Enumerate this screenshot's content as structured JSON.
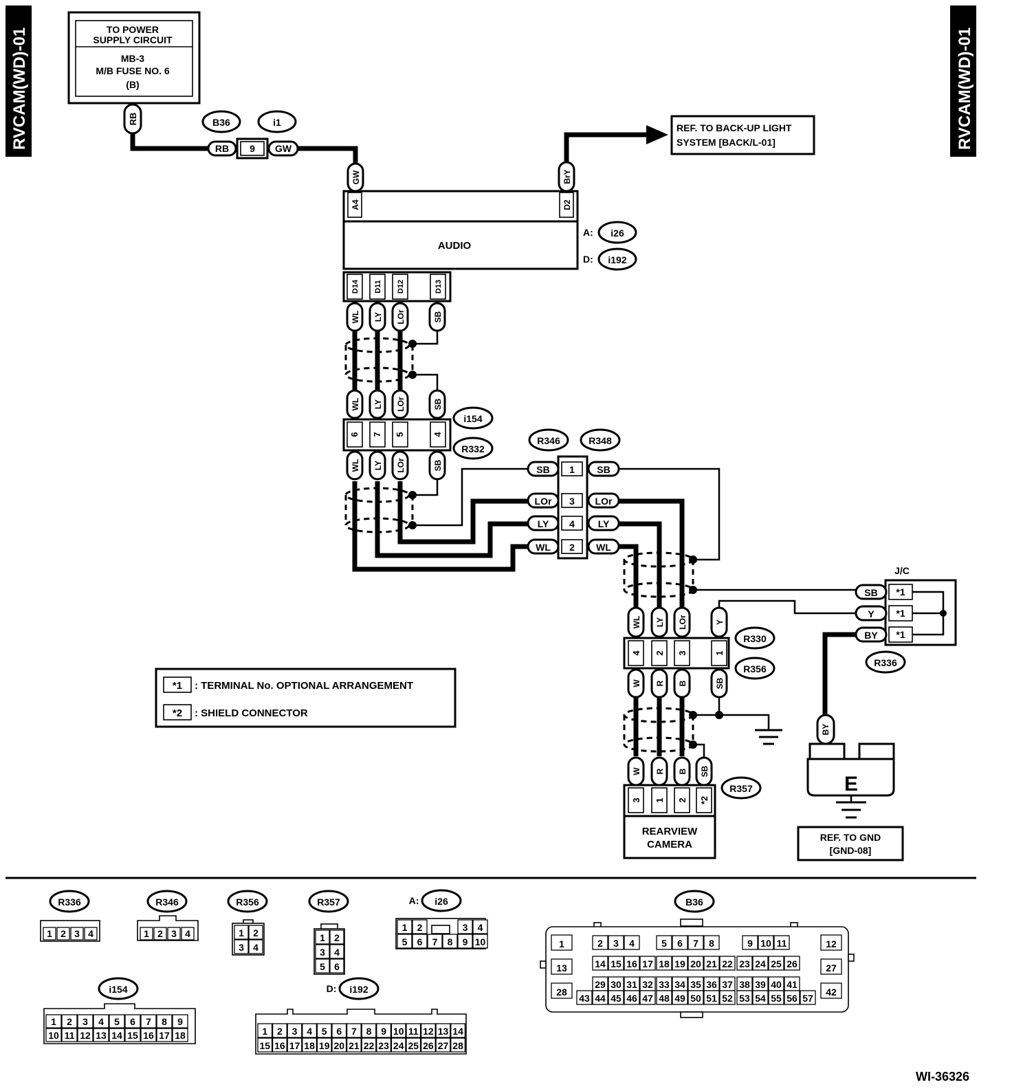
{
  "side_title": "RVCAM(WD)-01",
  "figure_id": "WI-36326",
  "power_box": {
    "line1": "TO POWER",
    "line2": "SUPPLY CIRCUIT",
    "line3": "MB-3",
    "line4": "M/B FUSE NO. 6",
    "line5": "(B)"
  },
  "backup_ref": {
    "line1": "REF. TO BACK-UP LIGHT",
    "line2": "SYSTEM [BACK/L-01]"
  },
  "audio": {
    "label": "AUDIO",
    "conn_a": "A:",
    "conn_a_id": "i26",
    "conn_d": "D:",
    "conn_d_id": "i192"
  },
  "connector_ids": {
    "b36": "B36",
    "i1": "i1",
    "i154": "i154",
    "r332": "R332",
    "r346": "R346",
    "r348": "R348",
    "r330": "R330",
    "r356": "R356",
    "r357": "R357",
    "r336": "R336"
  },
  "b36_i1": {
    "left": "RB",
    "pin": "9",
    "right": "GW"
  },
  "wire_labels": {
    "rb": "RB",
    "gw": "GW",
    "bry": "BrY",
    "wl": "WL",
    "ly": "LY",
    "lor": "LOr",
    "sb": "SB",
    "y": "Y",
    "by": "BY",
    "w": "W",
    "r": "R",
    "b": "B"
  },
  "audio_pins": {
    "a4": "A4",
    "d2": "D2",
    "d14": "D14",
    "d11": "D11",
    "d12": "D12",
    "d13": "D13"
  },
  "i154_pins": [
    "6",
    "7",
    "5",
    "4"
  ],
  "r346_pins": [
    "1",
    "3",
    "4",
    "2"
  ],
  "r330_pins": [
    "4",
    "2",
    "3",
    "1"
  ],
  "r357_pins": [
    "3",
    "1",
    "2",
    "*2"
  ],
  "jc": {
    "label": "J/C",
    "pin": "*1"
  },
  "camera": {
    "line1": "REARVIEW",
    "line2": "CAMERA"
  },
  "gnd_ref": {
    "line1": "REF. TO GND",
    "line2": "[GND-08]",
    "symbol": "E"
  },
  "legend": [
    {
      "key": "*1",
      "text": ": TERMINAL No. OPTIONAL ARRANGEMENT"
    },
    {
      "key": "*2",
      "text": ": SHIELD CONNECTOR"
    }
  ],
  "connector_faces": {
    "r336": {
      "label": "R336",
      "pins": [
        "1",
        "2",
        "3",
        "4"
      ]
    },
    "r346": {
      "label": "R346",
      "pins": [
        "1",
        "2",
        "3",
        "4"
      ]
    },
    "r356": {
      "label": "R356",
      "pins": [
        "1",
        "2",
        "3",
        "4"
      ]
    },
    "r357": {
      "label": "R357",
      "pins": [
        "1",
        "2",
        "3",
        "4",
        "5",
        "6"
      ]
    },
    "i26": {
      "prefix": "A:",
      "label": "i26",
      "pins": [
        "1",
        "2",
        "3",
        "4",
        "5",
        "6",
        "7",
        "8",
        "9",
        "10"
      ]
    },
    "b36": {
      "label": "B36",
      "pins": [
        "1",
        "2",
        "3",
        "4",
        "5",
        "6",
        "7",
        "8",
        "9",
        "10",
        "11",
        "12",
        "13",
        "14",
        "15",
        "16",
        "17",
        "18",
        "19",
        "20",
        "21",
        "22",
        "23",
        "24",
        "25",
        "26",
        "27",
        "28",
        "29",
        "30",
        "31",
        "32",
        "33",
        "34",
        "35",
        "36",
        "37",
        "38",
        "39",
        "40",
        "41",
        "42",
        "43",
        "44",
        "45",
        "46",
        "47",
        "48",
        "49",
        "50",
        "51",
        "52",
        "53",
        "54",
        "55",
        "56",
        "57"
      ]
    },
    "i154": {
      "label": "i154",
      "pins": [
        "1",
        "2",
        "3",
        "4",
        "5",
        "6",
        "7",
        "8",
        "9",
        "10",
        "11",
        "12",
        "13",
        "14",
        "15",
        "16",
        "17",
        "18"
      ]
    },
    "i192": {
      "prefix": "D:",
      "label": "i192",
      "pins": [
        "1",
        "2",
        "3",
        "4",
        "5",
        "6",
        "7",
        "8",
        "9",
        "10",
        "11",
        "12",
        "13",
        "14",
        "15",
        "16",
        "17",
        "18",
        "19",
        "20",
        "21",
        "22",
        "23",
        "24",
        "25",
        "26",
        "27",
        "28"
      ]
    }
  }
}
